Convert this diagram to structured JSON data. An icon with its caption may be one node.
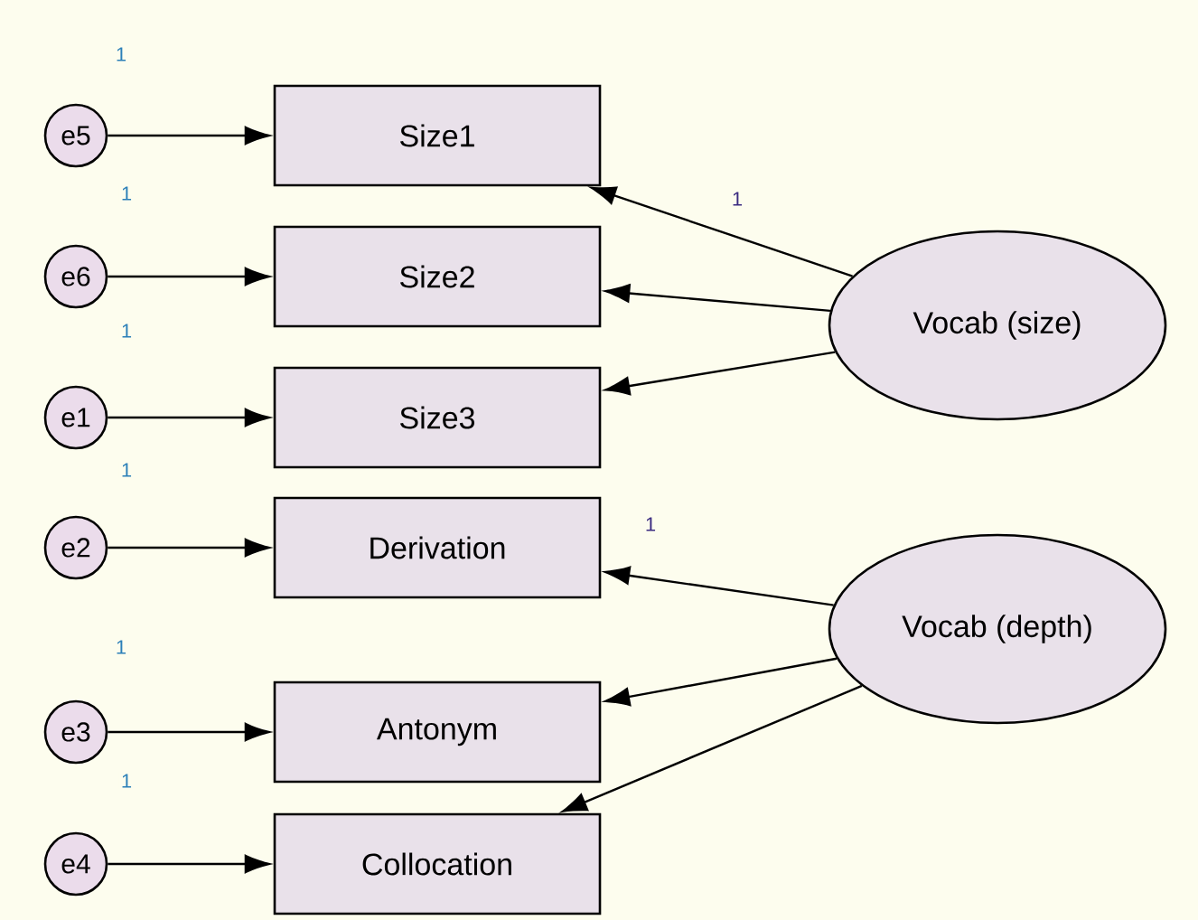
{
  "diagram": {
    "nodes": [
      {
        "text": [
          "e5"
        ]
      },
      {
        "text": [
          "e6"
        ]
      },
      {
        "text": [
          "e1"
        ]
      },
      {
        "text": [
          "e2"
        ]
      },
      {
        "text": [
          "e3"
        ]
      },
      {
        "text": [
          "e4"
        ]
      },
      {
        "text": [
          "Size1"
        ]
      },
      {
        "text": [
          "Size2"
        ]
      },
      {
        "text": [
          "Size3"
        ]
      },
      {
        "text": [
          "Derivation"
        ]
      },
      {
        "text": [
          "Antonym"
        ]
      },
      {
        "text": [
          "Collocation"
        ]
      },
      {
        "text": [
          "Vocab (size)"
        ]
      },
      {
        "text": [
          "Vocab (depth)"
        ]
      }
    ],
    "edges": [
      {
        "from": 0,
        "to": 6,
        "arrow": "to",
        "label": "1"
      },
      {
        "from": 1,
        "to": 7,
        "arrow": "to",
        "label": "1"
      },
      {
        "from": 2,
        "to": 8,
        "arrow": "to",
        "label": "1"
      },
      {
        "from": 3,
        "to": 9,
        "arrow": "to",
        "label": "1"
      },
      {
        "from": 4,
        "to": 10,
        "arrow": "to",
        "label": "1"
      },
      {
        "from": 5,
        "to": 11,
        "arrow": "to",
        "label": "1"
      },
      {
        "from": 12,
        "to": 6,
        "arrow": "to",
        "label": "1"
      },
      {
        "from": 12,
        "to": 7,
        "arrow": "to"
      },
      {
        "from": 12,
        "to": 8,
        "arrow": "to"
      },
      {
        "from": 13,
        "to": 9,
        "arrow": "to",
        "label": "1"
      },
      {
        "from": 13,
        "to": 10,
        "arrow": "to"
      },
      {
        "from": 13,
        "to": 11,
        "arrow": "to"
      }
    ]
  }
}
